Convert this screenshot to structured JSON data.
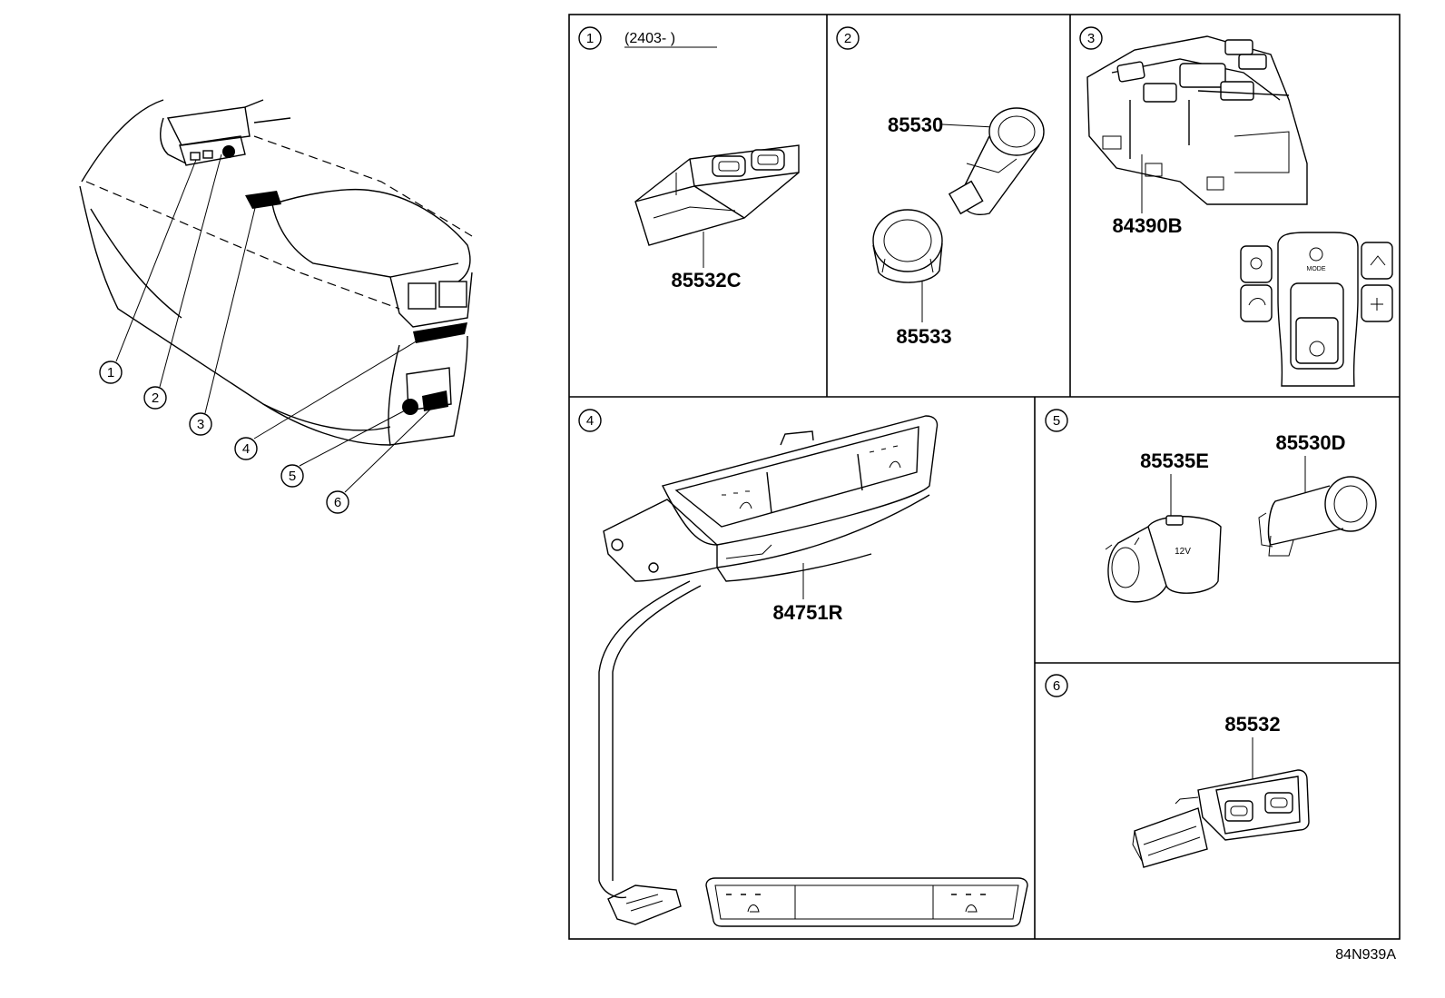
{
  "date_range_label": "(2403-      )",
  "sections": [
    {
      "num": "1",
      "parts": [
        "85532C"
      ]
    },
    {
      "num": "2",
      "parts": [
        "85530",
        "85533"
      ]
    },
    {
      "num": "3",
      "parts": [
        "84390B"
      ]
    },
    {
      "num": "4",
      "parts": [
        "84751R"
      ]
    },
    {
      "num": "5",
      "parts": [
        "85535E",
        "85530D"
      ]
    },
    {
      "num": "6",
      "parts": [
        "85532"
      ]
    }
  ],
  "callouts": [
    "1",
    "2",
    "3",
    "4",
    "5",
    "6"
  ],
  "icon_texts": {
    "socket_12v": "12V",
    "mode_label": "MODE"
  },
  "reference_code": "84N939A"
}
